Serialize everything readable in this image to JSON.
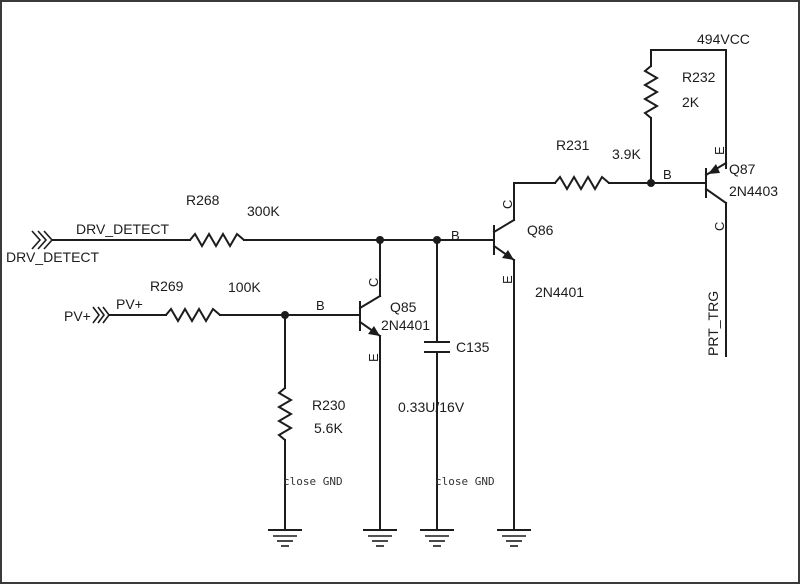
{
  "nets": {
    "drv_detect_top": "DRV_DETECT",
    "drv_detect_bottom": "DRV_DETECT",
    "pv_port": "PV+",
    "pv_wire": "PV+",
    "vcc": "494VCC",
    "prt_trg": "PRT_TRG"
  },
  "resistors": {
    "r268": {
      "ref": "R268",
      "value": "300K"
    },
    "r269": {
      "ref": "R269",
      "value": "100K"
    },
    "r230": {
      "ref": "R230",
      "value": "5.6K"
    },
    "r231": {
      "ref": "R231",
      "value": "3.9K"
    },
    "r232": {
      "ref": "R232",
      "value": "2K"
    }
  },
  "capacitors": {
    "c135": {
      "ref": "C135",
      "value": "0.33U/16V"
    }
  },
  "transistors": {
    "q85": {
      "ref": "Q85",
      "part": "2N4401"
    },
    "q86": {
      "ref": "Q86",
      "part": "2N4401"
    },
    "q87": {
      "ref": "Q87",
      "part": "2N4403"
    }
  },
  "pins": {
    "base": "B",
    "collector": "C",
    "emitter": "E"
  },
  "notes": {
    "close_gnd_1": "close GND",
    "close_gnd_2": "close GND"
  }
}
